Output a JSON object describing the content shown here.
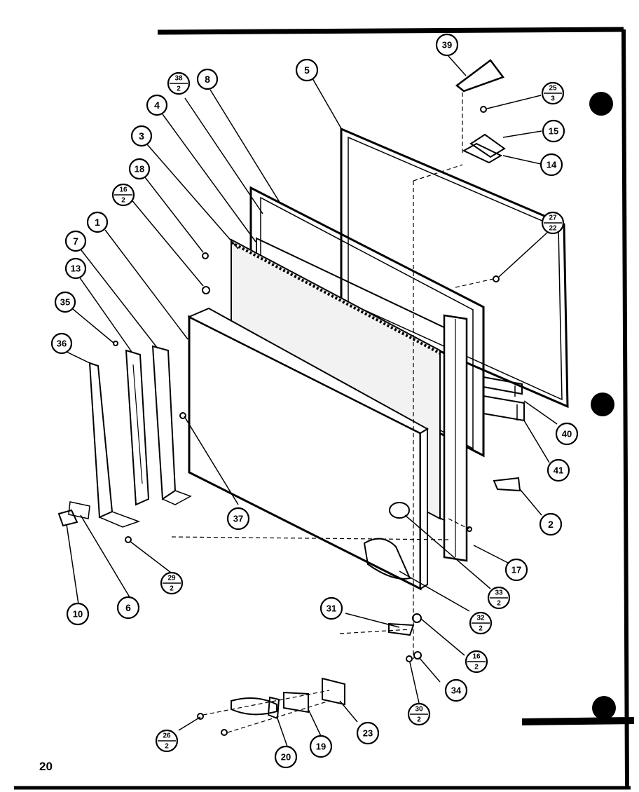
{
  "page_number": "20",
  "colors": {
    "ink": "#000000",
    "paper": "#ffffff"
  },
  "callouts": {
    "c1": {
      "top": "1"
    },
    "c2": {
      "top": "2"
    },
    "c3": {
      "top": "3"
    },
    "c4": {
      "top": "4"
    },
    "c5": {
      "top": "5"
    },
    "c6": {
      "top": "6"
    },
    "c7": {
      "top": "7"
    },
    "c8": {
      "top": "8"
    },
    "c10": {
      "top": "10"
    },
    "c13": {
      "top": "13"
    },
    "c14": {
      "top": "14"
    },
    "c15": {
      "top": "15"
    },
    "c16a": {
      "top": "16",
      "bottom": "2"
    },
    "c16b": {
      "top": "16",
      "bottom": "2"
    },
    "c17": {
      "top": "17"
    },
    "c18": {
      "top": "18"
    },
    "c19": {
      "top": "19"
    },
    "c20": {
      "top": "20"
    },
    "c23": {
      "top": "23"
    },
    "c25": {
      "top": "25",
      "bottom": "3"
    },
    "c26": {
      "top": "26",
      "bottom": "2"
    },
    "c27": {
      "top": "27",
      "bottom": "22"
    },
    "c29": {
      "top": "29",
      "bottom": "2"
    },
    "c30": {
      "top": "30",
      "bottom": "2"
    },
    "c31": {
      "top": "31"
    },
    "c32": {
      "top": "32",
      "bottom": "2"
    },
    "c33": {
      "top": "33",
      "bottom": "2"
    },
    "c34": {
      "top": "34"
    },
    "c35": {
      "top": "35"
    },
    "c36": {
      "top": "36"
    },
    "c37": {
      "top": "37"
    },
    "c38": {
      "top": "38",
      "bottom": "2"
    },
    "c39": {
      "top": "39"
    },
    "c40": {
      "top": "40"
    },
    "c41": {
      "top": "41"
    }
  }
}
